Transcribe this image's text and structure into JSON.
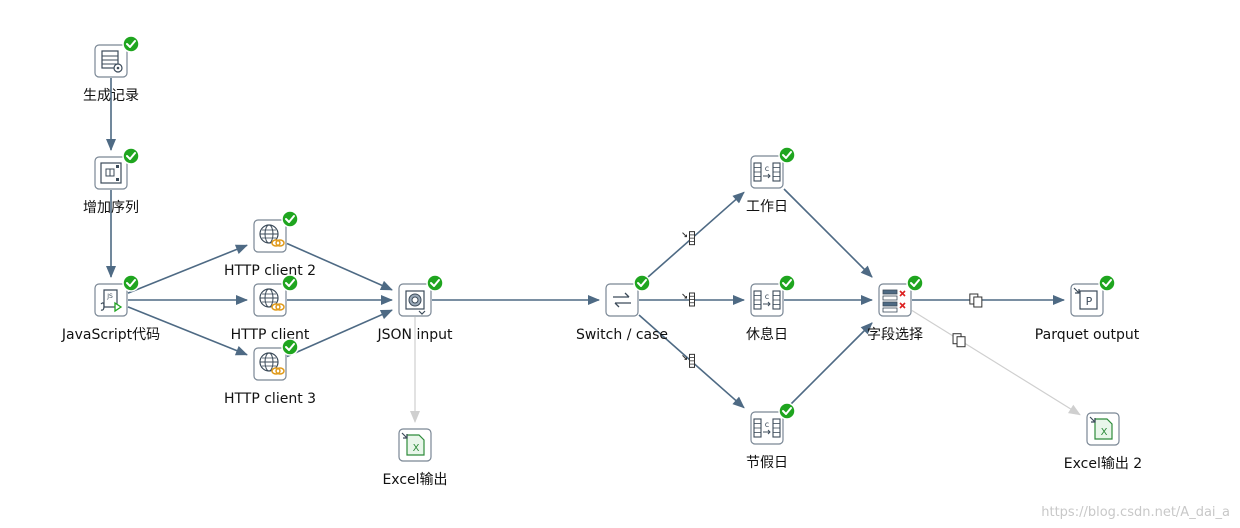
{
  "diagram": {
    "steps": [
      {
        "id": "generate_rows",
        "label": "生成记录",
        "icon": "generate-rows-icon",
        "status": "ok"
      },
      {
        "id": "add_sequence",
        "label": "增加序列",
        "icon": "add-sequence-icon",
        "status": "ok"
      },
      {
        "id": "javascript",
        "label": "JavaScript代码",
        "icon": "javascript-icon",
        "status": "ok"
      },
      {
        "id": "http_client_2",
        "label": "HTTP client 2",
        "icon": "http-client-icon",
        "status": "ok"
      },
      {
        "id": "http_client",
        "label": "HTTP client",
        "icon": "http-client-icon",
        "status": "ok"
      },
      {
        "id": "http_client_3",
        "label": "HTTP client 3",
        "icon": "http-client-icon",
        "status": "ok"
      },
      {
        "id": "json_input",
        "label": "JSON input",
        "icon": "json-input-icon",
        "status": "ok"
      },
      {
        "id": "excel_out_1",
        "label": "Excel输出",
        "icon": "excel-output-icon",
        "status": "none"
      },
      {
        "id": "switch_case",
        "label": "Switch / case",
        "icon": "switch-case-icon",
        "status": "ok"
      },
      {
        "id": "workday",
        "label": "工作日",
        "icon": "calculator-icon",
        "status": "ok"
      },
      {
        "id": "restday",
        "label": "休息日",
        "icon": "calculator-icon",
        "status": "ok"
      },
      {
        "id": "holiday",
        "label": "节假日",
        "icon": "calculator-icon",
        "status": "ok"
      },
      {
        "id": "select_fields",
        "label": "字段选择",
        "icon": "select-values-icon",
        "status": "ok"
      },
      {
        "id": "parquet_out",
        "label": "Parquet output",
        "icon": "parquet-output-icon",
        "status": "ok"
      },
      {
        "id": "excel_out_2",
        "label": "Excel输出 2",
        "icon": "excel-output-icon",
        "status": "none"
      }
    ],
    "hops": [
      {
        "from": "generate_rows",
        "to": "add_sequence",
        "kind": "normal"
      },
      {
        "from": "add_sequence",
        "to": "javascript",
        "kind": "normal"
      },
      {
        "from": "javascript",
        "to": "http_client_2",
        "kind": "normal"
      },
      {
        "from": "javascript",
        "to": "http_client",
        "kind": "normal"
      },
      {
        "from": "javascript",
        "to": "http_client_3",
        "kind": "normal"
      },
      {
        "from": "http_client_2",
        "to": "json_input",
        "kind": "normal"
      },
      {
        "from": "http_client",
        "to": "json_input",
        "kind": "normal"
      },
      {
        "from": "http_client_3",
        "to": "json_input",
        "kind": "normal"
      },
      {
        "from": "json_input",
        "to": "excel_out_1",
        "kind": "disabled"
      },
      {
        "from": "json_input",
        "to": "switch_case",
        "kind": "normal"
      },
      {
        "from": "switch_case",
        "to": "workday",
        "kind": "case"
      },
      {
        "from": "switch_case",
        "to": "restday",
        "kind": "case"
      },
      {
        "from": "switch_case",
        "to": "holiday",
        "kind": "case"
      },
      {
        "from": "workday",
        "to": "select_fields",
        "kind": "normal"
      },
      {
        "from": "restday",
        "to": "select_fields",
        "kind": "normal"
      },
      {
        "from": "holiday",
        "to": "select_fields",
        "kind": "normal"
      },
      {
        "from": "select_fields",
        "to": "parquet_out",
        "kind": "copy"
      },
      {
        "from": "select_fields",
        "to": "excel_out_2",
        "kind": "copy-disabled"
      }
    ],
    "colors": {
      "hop": "#4e6a84",
      "hop_disabled": "#cfcfcf",
      "ok_badge": "#1fa51f",
      "icon_border": "#7a8795",
      "excel_green": "#2e8b3a"
    }
  },
  "watermark": "https://blog.csdn.net/A_dai_a"
}
